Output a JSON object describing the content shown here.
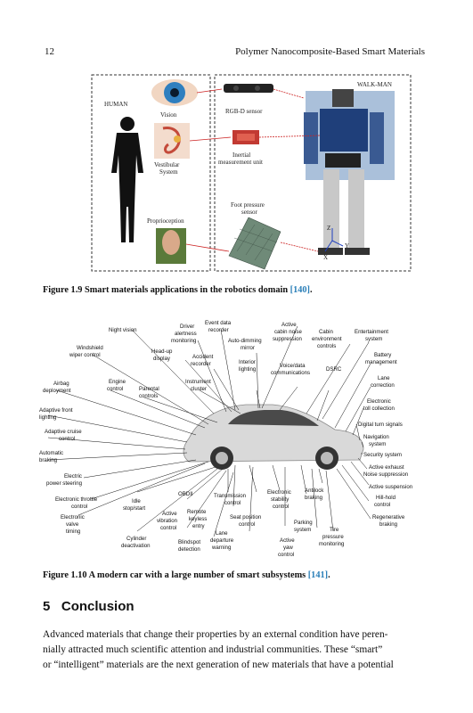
{
  "header": {
    "page_number": "12",
    "running_title": "Polymer Nanocomposite-Based Smart Materials"
  },
  "figure1": {
    "labels": {
      "human": "HUMAN",
      "walkman": "WALK-MAN",
      "vision": "Vision",
      "vestibular_1": "Vestibular",
      "vestibular_2": "System",
      "proprioception": "Proprioception",
      "rgbd": "RGB-D sensor",
      "imu_1": "Inertial",
      "imu_2": "measurement unit",
      "foot_1": "Foot pressure",
      "foot_2": "sensor",
      "axis_z": "Z",
      "axis_y": "Y",
      "axis_x": "X"
    },
    "caption_prefix": "Figure 1.9  Smart materials applications in the robotics domain ",
    "caption_ref": "[140]",
    "caption_suffix": "."
  },
  "figure2": {
    "labels": {
      "night_vision": "Night vision",
      "driver_1": "Driver",
      "driver_2": "alertness",
      "driver_3": "monitoring",
      "event_1": "Event data",
      "event_2": "recorder",
      "active_noise_1": "Active",
      "active_noise_2": "cabin noise",
      "active_noise_3": "suppression",
      "cabin_env_1": "Cabin",
      "cabin_env_2": "environment",
      "cabin_env_3": "controls",
      "entertain_1": "Entertainment",
      "entertain_2": "system",
      "windshield_1": "Windshield",
      "windshield_2": "wiper control",
      "headup_1": "Head-up",
      "headup_2": "display",
      "accident_1": "Accident",
      "accident_2": "recorder",
      "autodim_1": "Auto-dimming",
      "autodim_2": "mirror",
      "interior_1": "Interior",
      "interior_2": "lighting",
      "voice_1": "Voice/data",
      "voice_2": "communications",
      "dsrc": "DSRC",
      "battery_1": "Battery",
      "battery_2": "management",
      "airbag_1": "Airbag",
      "airbag_2": "deployment",
      "engine_1": "Engine",
      "engine_2": "control",
      "parental_1": "Parental",
      "parental_2": "controls",
      "instrument_1": "Instrument",
      "instrument_2": "cluster",
      "lane_corr_1": "Lane",
      "lane_corr_2": "correction",
      "toll_1": "Electronic",
      "toll_2": "toll collection",
      "adaptive_front_1": "Adaptive front",
      "adaptive_front_2": "lighting",
      "digital_turn": "Digital turn signals",
      "cruise_1": "Adaptive cruise",
      "cruise_2": "control",
      "navigation_1": "Navigation",
      "navigation_2": "system",
      "auto_brake_1": "Automatic",
      "auto_brake_2": "braking",
      "security": "Security system",
      "exhaust_1": "Active exhaust",
      "exhaust_2": "Noise suppression",
      "active_susp": "Active suspension",
      "power_steer_1": "Electric",
      "power_steer_2": "power steering",
      "obdii": "OBDII",
      "transmission_1": "Transmission",
      "transmission_2": "control",
      "stability_1": "Electronic",
      "stability_2": "stability",
      "stability_3": "control",
      "antilock_1": "Antilock",
      "antilock_2": "braking",
      "hillhold_1": "Hill-hold",
      "hillhold_2": "control",
      "throttle_1": "Electronic throttle",
      "throttle_2": "control",
      "idle_1": "Idle",
      "idle_2": "stop/start",
      "vibration_1": "Active",
      "vibration_2": "vibration",
      "vibration_3": "control",
      "keyless_1": "Remote",
      "keyless_2": "keyless",
      "keyless_3": "entry",
      "seat_1": "Seat position",
      "seat_2": "control",
      "parking_1": "Parking",
      "parking_2": "system",
      "regen_1": "Regenerative",
      "regen_2": "braking",
      "valve_1": "Electronic",
      "valve_2": "valve",
      "valve_3": "timing",
      "cylinder_1": "Cylinder",
      "cylinder_2": "deactivation",
      "blindspot_1": "Blindspot",
      "blindspot_2": "detection",
      "lane_dep_1": "Lane",
      "lane_dep_2": "departure",
      "lane_dep_3": "warning",
      "yaw_1": "Active",
      "yaw_2": "yaw",
      "yaw_3": "control",
      "tire_1": "Tire",
      "tire_2": "pressure",
      "tire_3": "monitoring"
    },
    "caption_prefix": "Figure 1.10  A modern car with a large number of smart subsystems ",
    "caption_ref": "[141]",
    "caption_suffix": "."
  },
  "section": {
    "number": "5",
    "title": "Conclusion"
  },
  "body": {
    "lines": [
      "Advanced materials that change their properties by an external condition have peren-",
      "nially attracted much scientific attention and industrial communities. These “smart”",
      "or “intelligent” materials are the next generation of new materials that have a potential"
    ]
  }
}
